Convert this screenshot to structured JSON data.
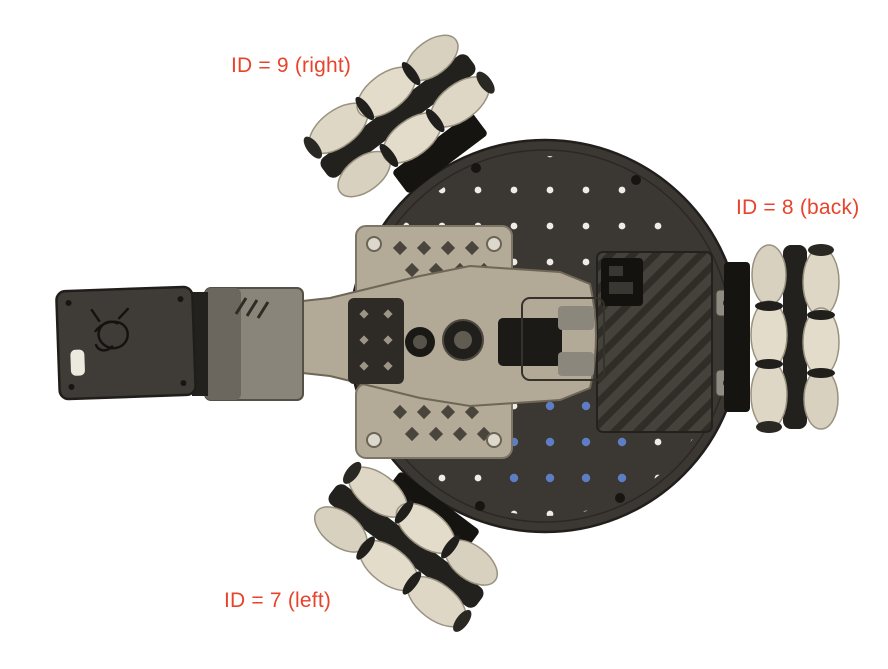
{
  "figure": {
    "background_color": "#ffffff",
    "annotation_color": "#e8432b",
    "annotations": [
      {
        "target": "top-left-wheel",
        "text": "ID = 9 (right)"
      },
      {
        "target": "right-wheel",
        "text": "ID = 8 (back)"
      },
      {
        "target": "bottom-left-wheel",
        "text": "ID = 7 (left)"
      }
    ]
  },
  "palette": {
    "base_plate": "#3b3732",
    "plate_hole": "#efece4",
    "blue_hole": "#5d7dc4",
    "wheel_roller": "#ded7c5",
    "arm_tan": "#b2a997",
    "mount_plate_tan": "#b3aa97",
    "dark_hardware": "#1c1a17",
    "vent_panel": "#45413b"
  }
}
